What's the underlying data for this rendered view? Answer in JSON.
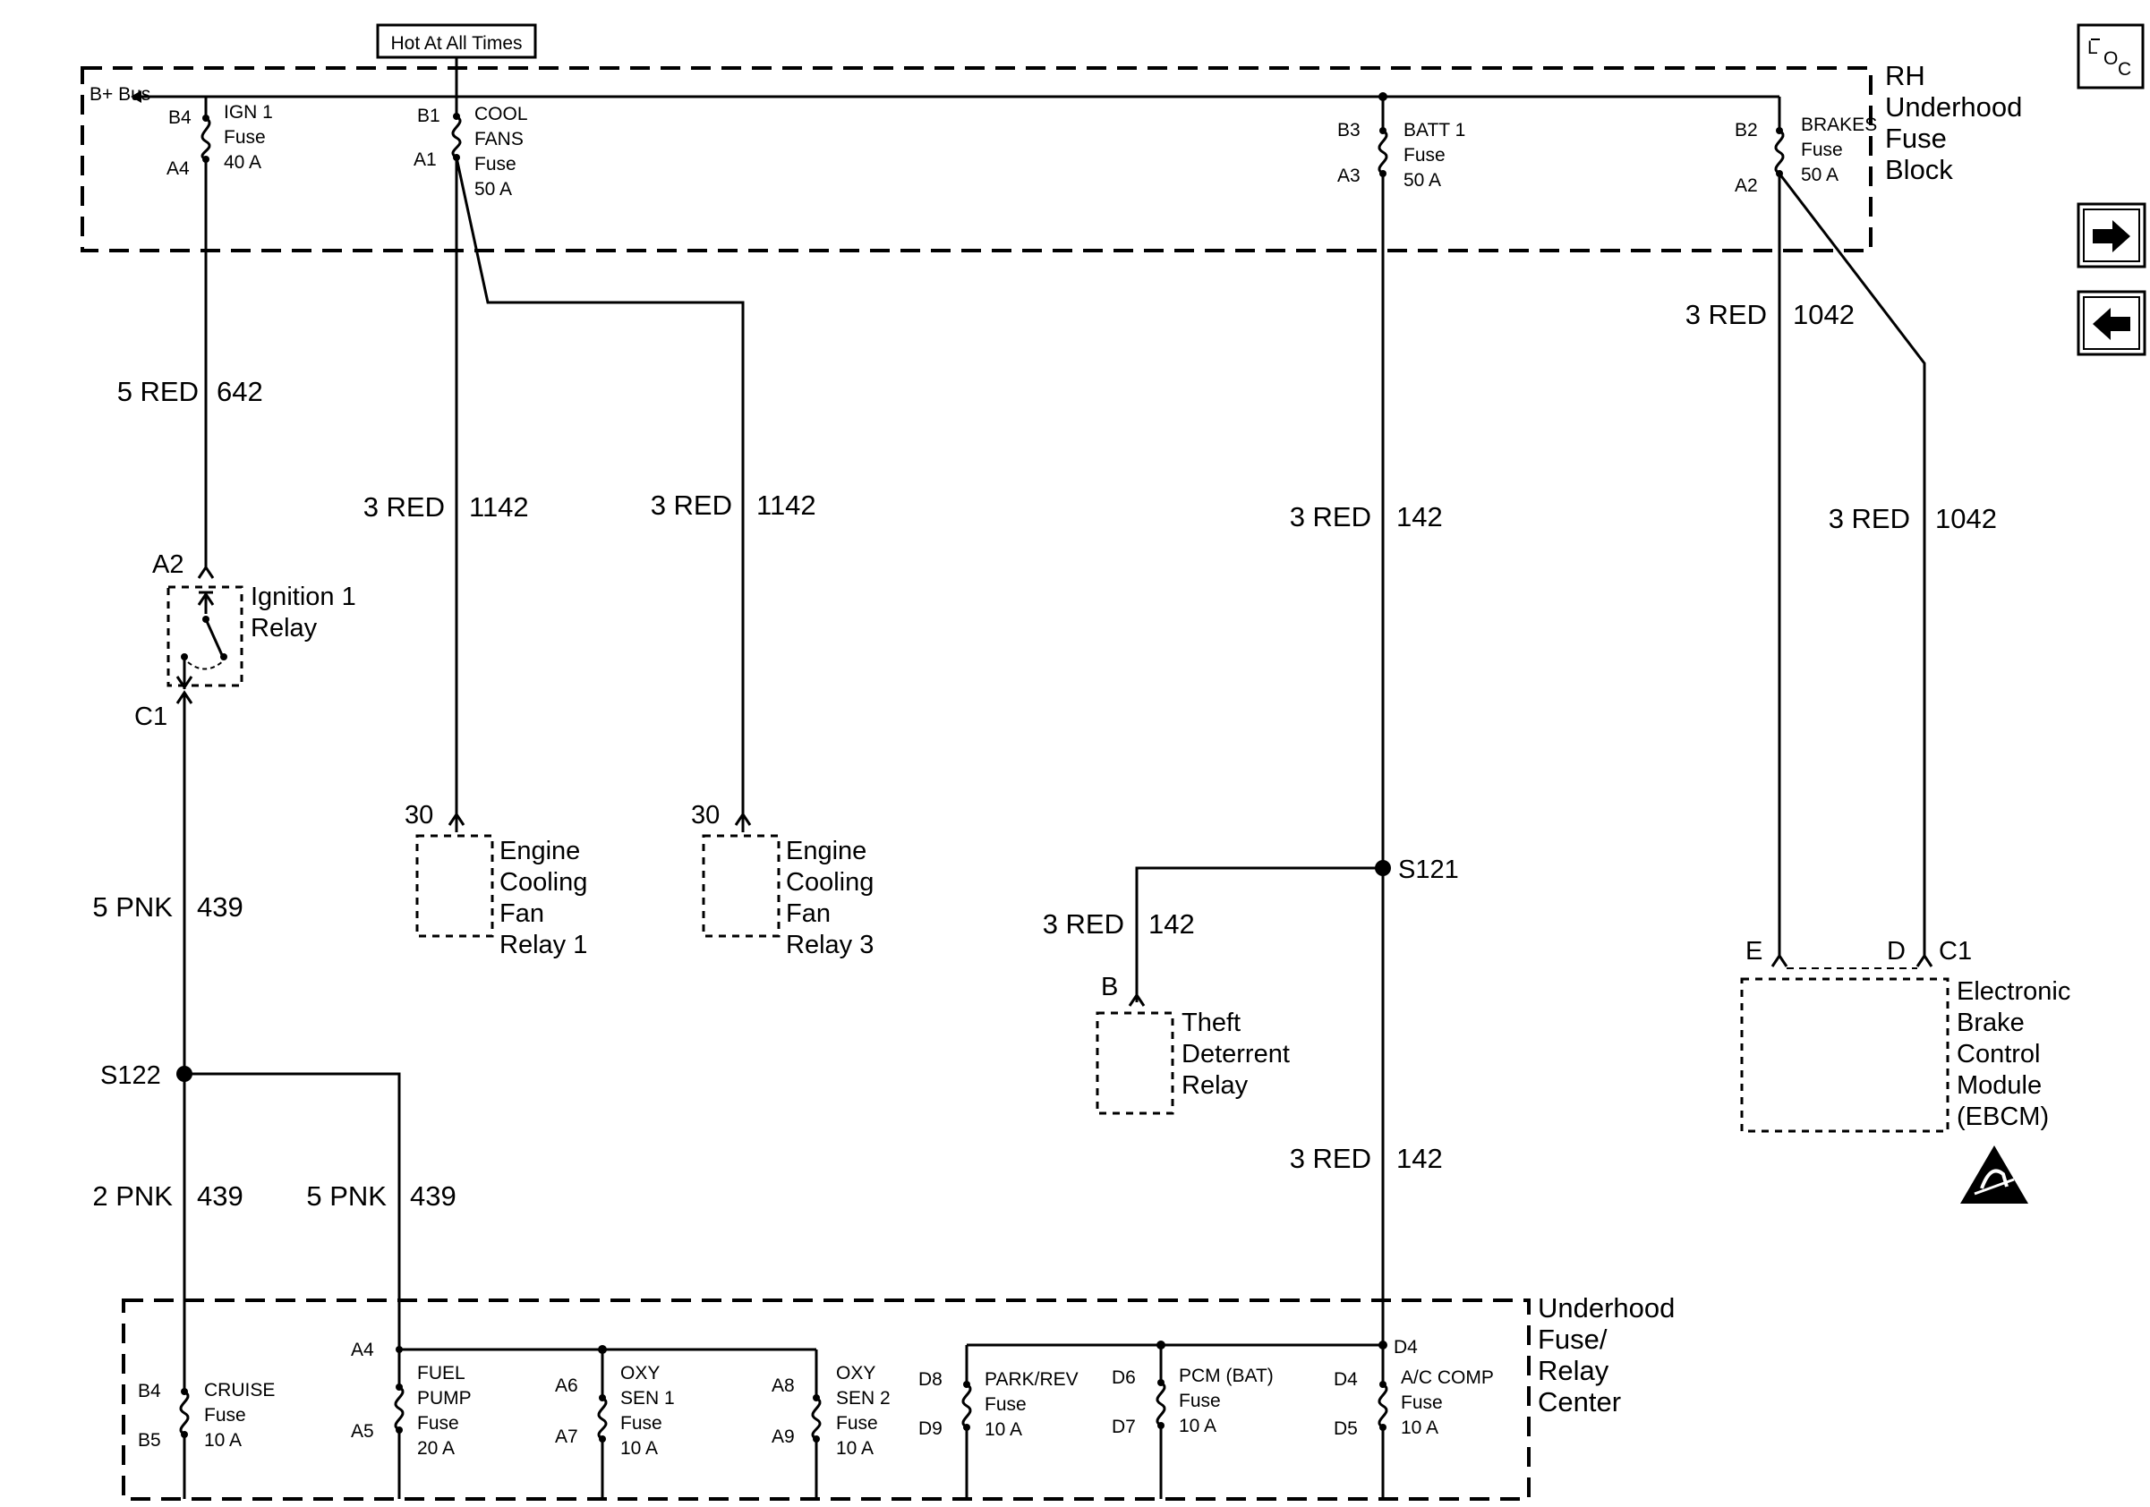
{
  "header": {
    "hot_label": "Hot At All Times"
  },
  "rh_block": {
    "bus": "B+ Bus",
    "title": [
      "RH",
      "Underhood",
      "Fuse",
      "Block"
    ],
    "fuses": {
      "ign1": {
        "lines": [
          "IGN 1",
          "Fuse",
          "40 A"
        ],
        "pin_top": "B4",
        "pin_bot": "A4"
      },
      "cool": {
        "lines": [
          "COOL",
          "FANS",
          "Fuse",
          "50 A"
        ],
        "pin_top": "B1",
        "pin_bot": "A1"
      },
      "batt1": {
        "lines": [
          "BATT 1",
          "Fuse",
          "50 A"
        ],
        "pin_top": "B3",
        "pin_bot": "A3"
      },
      "brakes": {
        "lines": [
          "BRAKES",
          "Fuse",
          "50 A"
        ],
        "pin_top": "B2",
        "pin_bot": "A2"
      }
    }
  },
  "wires": {
    "w642": {
      "gauge": "5 RED",
      "circuit": "642"
    },
    "w1142a": {
      "gauge": "3 RED",
      "circuit": "1142"
    },
    "w1142b": {
      "gauge": "3 RED",
      "circuit": "1142"
    },
    "w142a": {
      "gauge": "3 RED",
      "circuit": "142"
    },
    "w1042a": {
      "gauge": "3 RED",
      "circuit": "1042"
    },
    "w1042b": {
      "gauge": "3 RED",
      "circuit": "1042"
    },
    "w439a": {
      "gauge": "5 PNK",
      "circuit": "439"
    },
    "w142b": {
      "gauge": "3 RED",
      "circuit": "142"
    },
    "w142c": {
      "gauge": "3 RED",
      "circuit": "142"
    },
    "w439b": {
      "gauge": "2 PNK",
      "circuit": "439"
    },
    "w439c": {
      "gauge": "5 PNK",
      "circuit": "439"
    }
  },
  "components": {
    "ign_relay": {
      "lines": [
        "Ignition 1",
        "Relay"
      ],
      "pin_top": "A2",
      "pin_bot": "C1"
    },
    "fan_relay1": {
      "lines": [
        "Engine",
        "Cooling",
        "Fan",
        "Relay 1"
      ],
      "pin": "30"
    },
    "fan_relay3": {
      "lines": [
        "Engine",
        "Cooling",
        "Fan",
        "Relay 3"
      ],
      "pin": "30"
    },
    "theft_relay": {
      "lines": [
        "Theft",
        "Deterrent",
        "Relay"
      ],
      "pin": "B"
    },
    "ebcm": {
      "lines": [
        "Electronic",
        "Brake",
        "Control",
        "Module",
        "(EBCM)"
      ],
      "pin_e": "E",
      "pin_d": "D",
      "connector": "C1"
    }
  },
  "splices": {
    "s121": "S121",
    "s122": "S122"
  },
  "uh_center": {
    "title": [
      "Underhood",
      "Fuse/",
      "Relay",
      "Center"
    ],
    "bus_pin": "D4",
    "fuses": {
      "cruise": {
        "lines": [
          "CRUISE",
          "Fuse",
          "10 A"
        ],
        "pin_top": "B4",
        "pin_bot": "B5"
      },
      "fuel": {
        "lines": [
          "FUEL",
          "PUMP",
          "Fuse",
          "20 A"
        ],
        "pin_top": "A4",
        "pin_mid": "A5"
      },
      "oxy1": {
        "lines": [
          "OXY",
          "SEN 1",
          "Fuse",
          "10 A"
        ],
        "pin_top": "A6",
        "pin_bot": "A7"
      },
      "oxy2": {
        "lines": [
          "OXY",
          "SEN 2",
          "Fuse",
          "10 A"
        ],
        "pin_top": "A8",
        "pin_bot": "A9"
      },
      "park": {
        "lines": [
          "PARK/REV",
          "Fuse",
          "10 A"
        ],
        "pin_top": "D8",
        "pin_bot": "D9"
      },
      "pcm": {
        "lines": [
          "PCM (BAT)",
          "Fuse",
          "10 A"
        ],
        "pin_top": "D6",
        "pin_bot": "D7"
      },
      "ac": {
        "lines": [
          "A/C COMP",
          "Fuse",
          "10 A"
        ],
        "pin_top": "D4",
        "pin_bot": "D5"
      }
    }
  },
  "nav": {
    "loc_letters": [
      "L",
      "O",
      "C"
    ],
    "loc_icon": "location-icon",
    "next_icon": "arrow-right-icon",
    "prev_icon": "arrow-left-icon",
    "esd_icon": "esd-warning-icon"
  }
}
